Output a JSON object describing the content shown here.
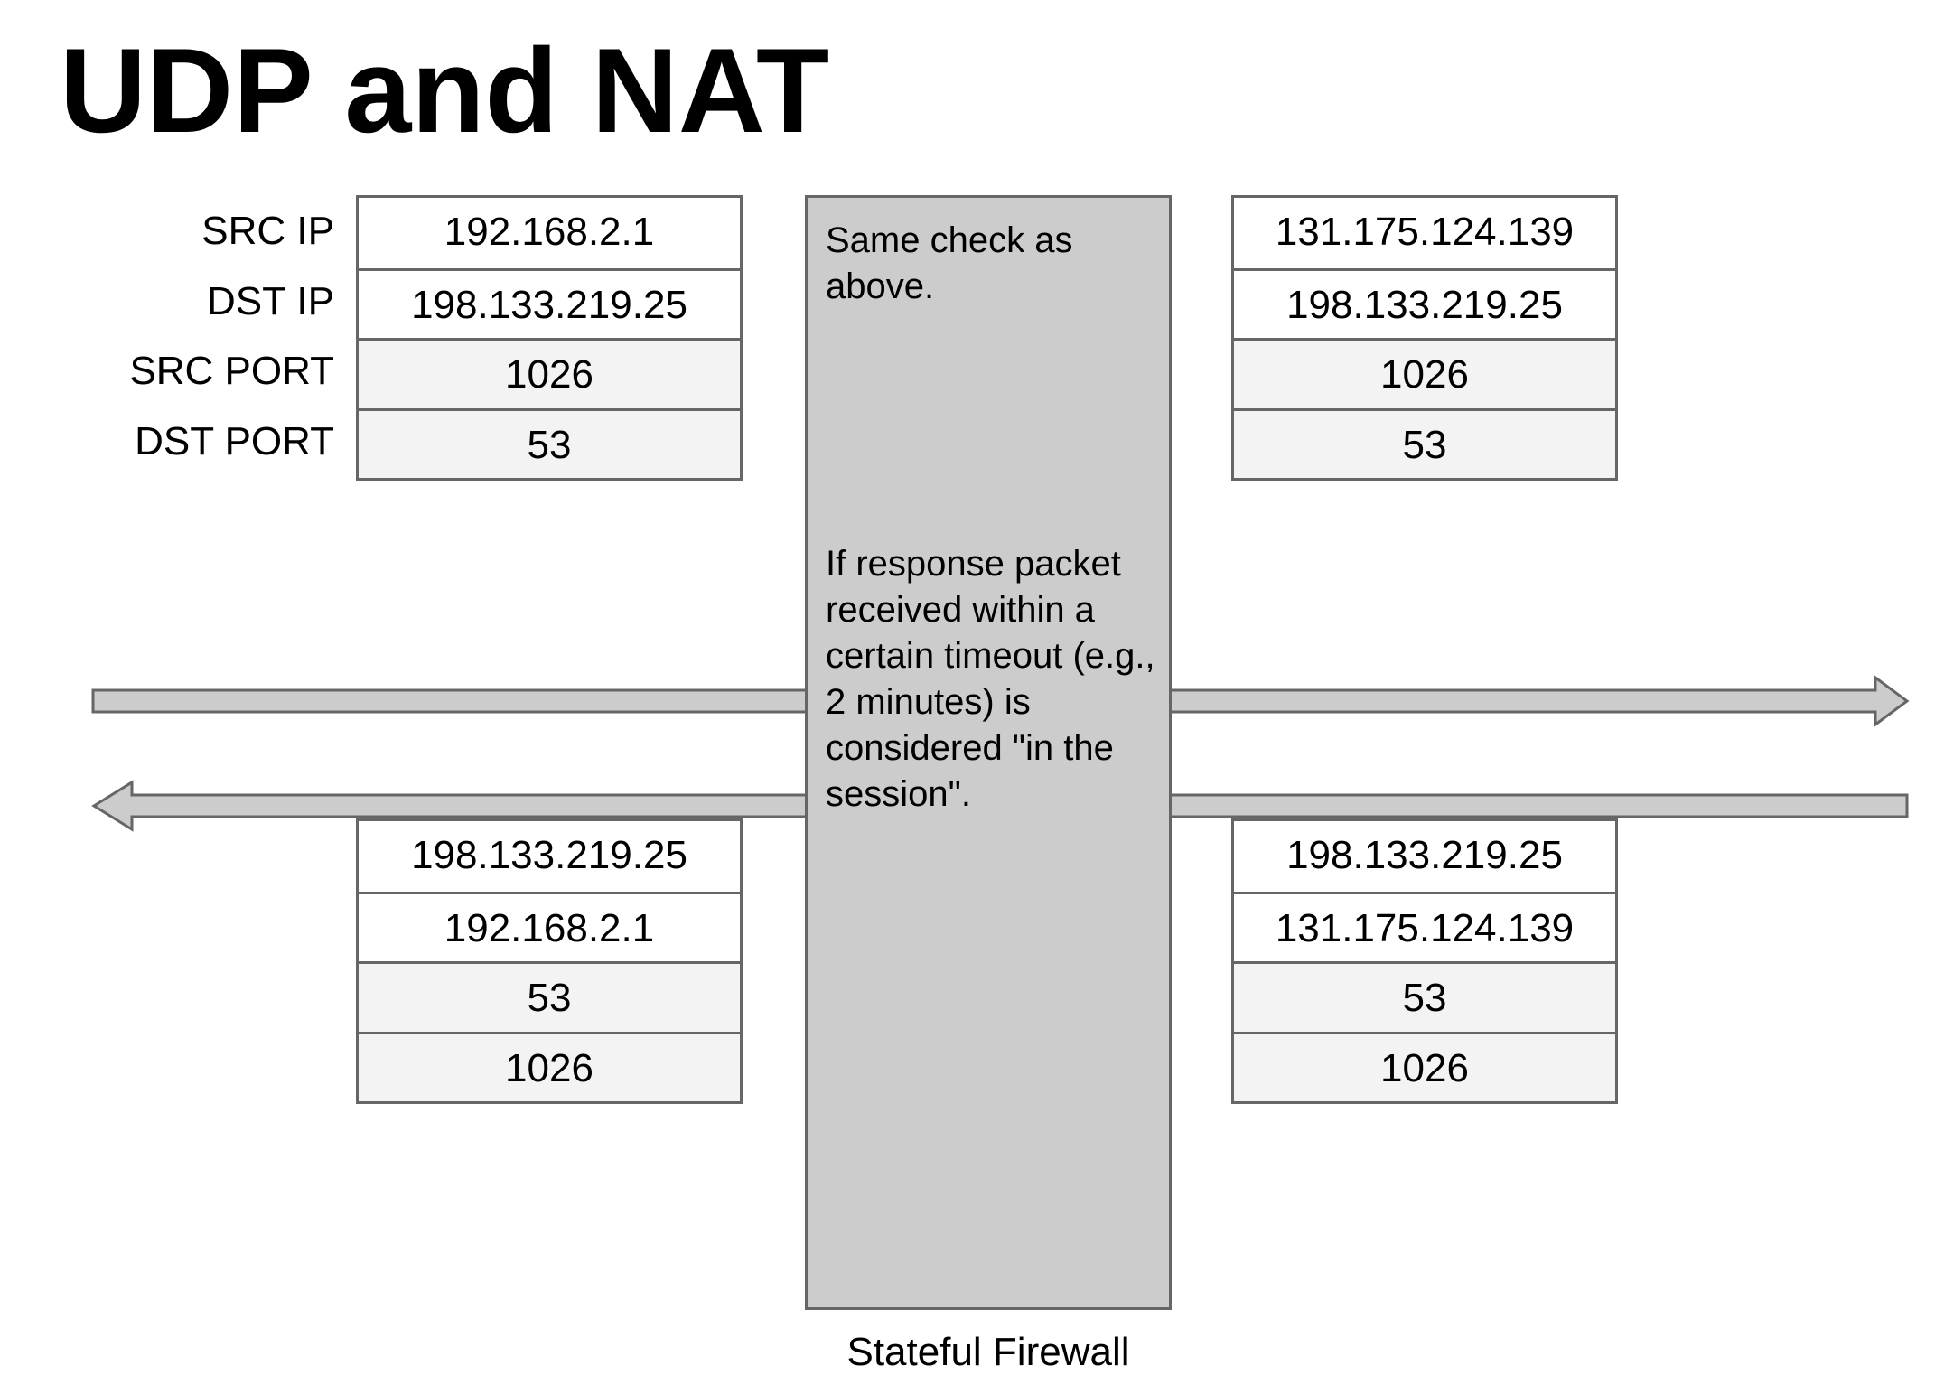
{
  "title": "UDP and NAT",
  "row_labels": [
    "SRC IP",
    "DST IP",
    "SRC PORT",
    "DST PORT"
  ],
  "packets": {
    "outbound_private": [
      "192.168.2.1",
      "198.133.219.25",
      "1026",
      "53"
    ],
    "outbound_public": [
      "131.175.124.139",
      "198.133.219.25",
      "1026",
      "53"
    ],
    "inbound_private": [
      "198.133.219.25",
      "192.168.2.1",
      "53",
      "1026"
    ],
    "inbound_public": [
      "198.133.219.25",
      "131.175.124.139",
      "53",
      "1026"
    ]
  },
  "firewall": {
    "label": "Stateful Firewall",
    "note_top": "Same check as above.",
    "note_middle": "If response packet received within a certain timeout (e.g., 2 minutes) is considered \"in the session\"."
  },
  "colors": {
    "border": "#666666",
    "firewall_fill": "#cccccc",
    "port_cell_fill": "#f3f3f3",
    "arrow_fill": "#cccccc"
  }
}
